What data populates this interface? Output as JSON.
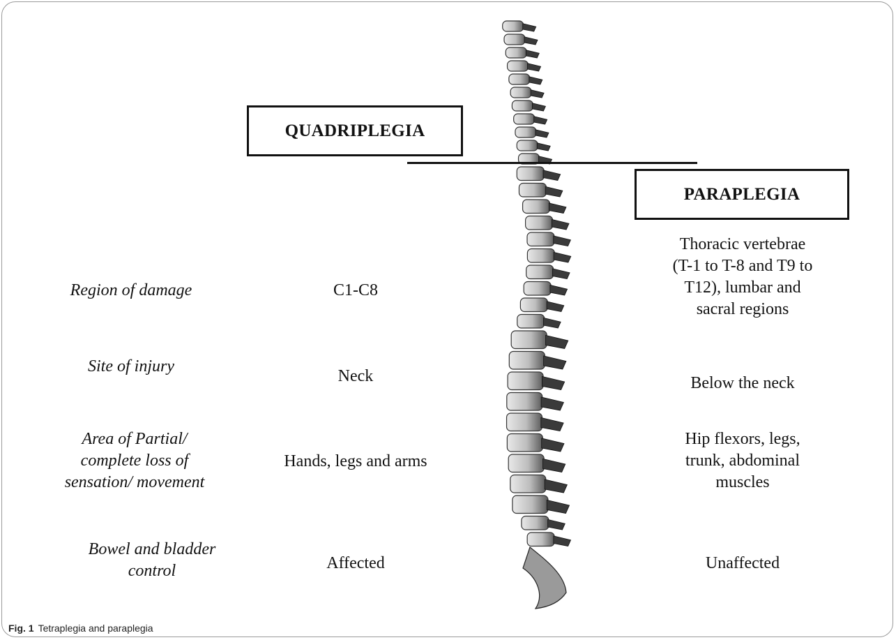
{
  "headers": {
    "quadriplegia": "QUADRIPLEGIA",
    "paraplegia": "PARAPLEGIA"
  },
  "rows": [
    {
      "label": "Region of damage",
      "quadriplegia": "C1-C8",
      "paraplegia": [
        "Thoracic vertebrae",
        "(T-1 to T-8 and T9 to",
        "T12), lumbar and",
        "sacral regions"
      ]
    },
    {
      "label": "Site of injury",
      "quadriplegia": "Neck",
      "paraplegia": [
        "Below the neck"
      ]
    },
    {
      "label": [
        "Area of Partial/",
        "complete loss of",
        "sensation/ movement"
      ],
      "quadriplegia": "Hands, legs and arms",
      "paraplegia": [
        "Hip flexors, legs,",
        "trunk, abdominal",
        "muscles"
      ]
    },
    {
      "label": [
        "Bowel and bladder",
        "control"
      ],
      "quadriplegia": "Affected",
      "paraplegia": [
        "Unaffected"
      ]
    }
  ],
  "caption": {
    "fig": "Fig. 1",
    "text": "Tetraplegia and paraplegia"
  },
  "illustration": {
    "name": "spinal column"
  }
}
